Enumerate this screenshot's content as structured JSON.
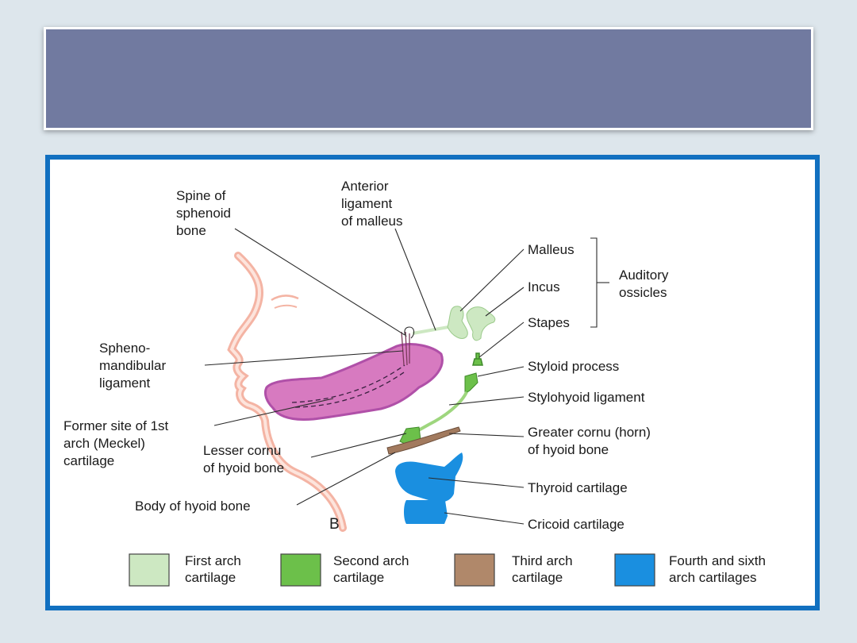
{
  "slide": {
    "title": ""
  },
  "figure": {
    "panel_letter": "B",
    "labels": {
      "spine": [
        "Spine of",
        "sphenoid",
        "bone"
      ],
      "anterior": [
        "Anterior",
        "ligament",
        "of malleus"
      ],
      "malleus": "Malleus",
      "incus": "Incus",
      "stapes": "Stapes",
      "auditory": [
        "Auditory",
        "ossicles"
      ],
      "spheno": [
        "Spheno-",
        "mandibular",
        "ligament"
      ],
      "styloid": "Styloid process",
      "stylohyoid": "Stylohyoid ligament",
      "former": [
        "Former site of 1st",
        "arch (Meckel)",
        "cartilage"
      ],
      "lesser": [
        "Lesser cornu",
        "of hyoid bone"
      ],
      "greater": [
        "Greater cornu (horn)",
        "of hyoid bone"
      ],
      "thyroid": "Thyroid cartilage",
      "body": "Body of hyoid bone",
      "cricoid": "Cricoid cartilage"
    },
    "legend": [
      {
        "lines": [
          "First arch",
          "cartilage"
        ],
        "color": "#cde8c2"
      },
      {
        "lines": [
          "Second arch",
          "cartilage"
        ],
        "color": "#6cc04a"
      },
      {
        "lines": [
          "Third arch",
          "cartilage"
        ],
        "color": "#b0886a"
      },
      {
        "lines": [
          "Fourth and sixth",
          "arch cartilages"
        ],
        "color": "#1a8fe0"
      }
    ],
    "colors": {
      "face_outline": "#f4b4a4",
      "mandible_fill": "#d77ac0",
      "mandible_edge": "#b050a8",
      "first_arch": "#cde8c2",
      "second_arch": "#6cc04a",
      "third_arch": "#a27a5e",
      "fourth_sixth_arch": "#1a8fe0"
    }
  }
}
